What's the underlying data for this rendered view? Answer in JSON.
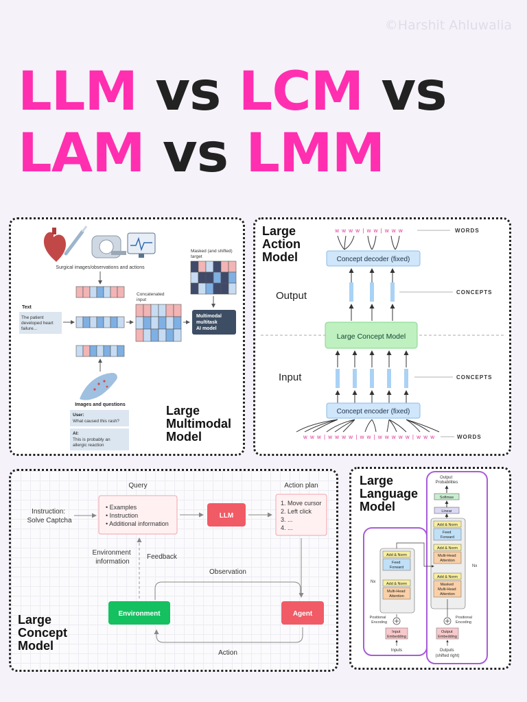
{
  "credit": "©Harshit Ahluwalia",
  "title": {
    "line1": {
      "a": "LLM",
      "vs1": "vs",
      "b": "LCM",
      "vs2": "vs"
    },
    "line2": {
      "a": "LAM",
      "vs1": "vs",
      "b": "LMM"
    }
  },
  "colors": {
    "pink": "#ff2fb0",
    "dark": "#222222",
    "panel_border": "#222222"
  },
  "panels": {
    "lmm": {
      "label_lines": [
        "Large",
        "Multimodal",
        "Model"
      ],
      "icons": [
        "heart-icon",
        "scalpel-icon",
        "mri-scanner-icon",
        "monitor-icon",
        "hand-icon"
      ],
      "surgical_caption": "Surgical images/observations and actions",
      "text_header": "Text",
      "text_lines": [
        "The patient",
        "developed heart",
        "failure..."
      ],
      "concat_lines": [
        "Concatenated",
        "input"
      ],
      "masked_lines": [
        "Masked (and shifted)",
        "target"
      ],
      "model_lines": [
        "Multimodal",
        "multitask",
        "AI model"
      ],
      "images_questions": "Images and questions",
      "user_label": "User:",
      "user_text": "What caused this rash?",
      "ai_label": "AI:",
      "ai_lines": [
        "This is probably an",
        "allergic reaction"
      ]
    },
    "lam": {
      "label_lines": [
        "Large",
        "Action",
        "Model"
      ],
      "top_tokens": "w w w w  |  w w  |  w w w",
      "bottom_tokens": "w w w  |  w w w w  |  w w  |  w w w w w  |  w w w",
      "words_top": "WORDS",
      "words_bottom": "WORDS",
      "decoder": "Concept decoder (fixed)",
      "encoder": "Concept encoder (fixed)",
      "lcm": "Large Concept Model",
      "output": "Output",
      "input": "Input",
      "concepts_top": "CONCEPTS",
      "concepts_bottom": "CONCEPTS"
    },
    "lcm": {
      "label_lines": [
        "Large",
        "Concept",
        "Model"
      ],
      "query": "Query",
      "action_plan": "Action plan",
      "instruction_lines": [
        "Instruction:",
        "Solve Captcha"
      ],
      "query_items": [
        "Examples",
        "Instruction",
        "Additional information"
      ],
      "llm": "LLM",
      "plan_items": [
        "1. Move cursor",
        "2. Left click",
        "3. ...",
        "4. ..."
      ],
      "env_info_lines": [
        "Environment",
        "information"
      ],
      "feedback": "Feedback",
      "observation": "Observation",
      "environment": "Environment",
      "agent": "Agent",
      "action": "Action"
    },
    "llm": {
      "label_lines": [
        "Large",
        "Language",
        "Model"
      ],
      "output_probs_lines": [
        "Output",
        "Probabilities"
      ],
      "softmax": "Softmax",
      "linear": "Linear",
      "add_norm": "Add & Norm",
      "feed_forward_lines": [
        "Feed",
        "Forward"
      ],
      "mha_lines": [
        "Multi-Head",
        "Attention"
      ],
      "masked_mha_lines": [
        "Masked",
        "Multi-Head",
        "Attention"
      ],
      "nx_left": "Nx",
      "nx_right": "Nx",
      "pos_enc_left_lines": [
        "Positional",
        "Encoding"
      ],
      "pos_enc_right_lines": [
        "Positional",
        "Encoding"
      ],
      "input_emb_lines": [
        "Input",
        "Embedding"
      ],
      "output_emb_lines": [
        "Output",
        "Embedding"
      ],
      "inputs": "Inputs",
      "outputs_lines": [
        "Outputs",
        "(shifted right)"
      ]
    }
  }
}
